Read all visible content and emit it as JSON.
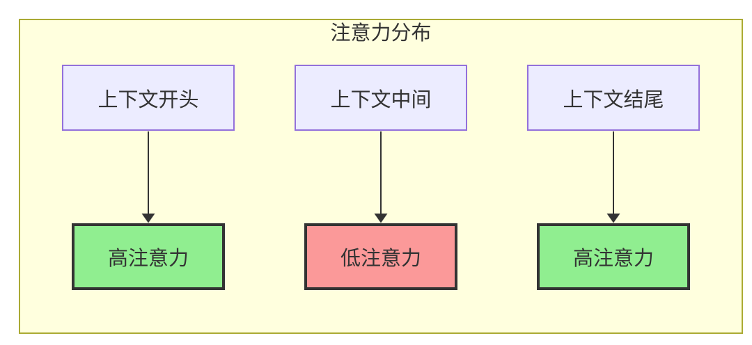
{
  "diagram": {
    "title": "注意力分布",
    "colors": {
      "container_bg": "#ffffde",
      "container_border": "#aaaa33",
      "context_bg": "#ECECFF",
      "context_border": "#9370DB",
      "high_bg": "#90EE90",
      "low_bg": "#FB9999",
      "result_border": "#333333",
      "arrow": "#333333",
      "text": "#333333"
    },
    "columns": [
      {
        "source": "上下文开头",
        "result": "高注意力",
        "attention": "high"
      },
      {
        "source": "上下文中间",
        "result": "低注意力",
        "attention": "low"
      },
      {
        "source": "上下文结尾",
        "result": "高注意力",
        "attention": "high"
      }
    ]
  }
}
